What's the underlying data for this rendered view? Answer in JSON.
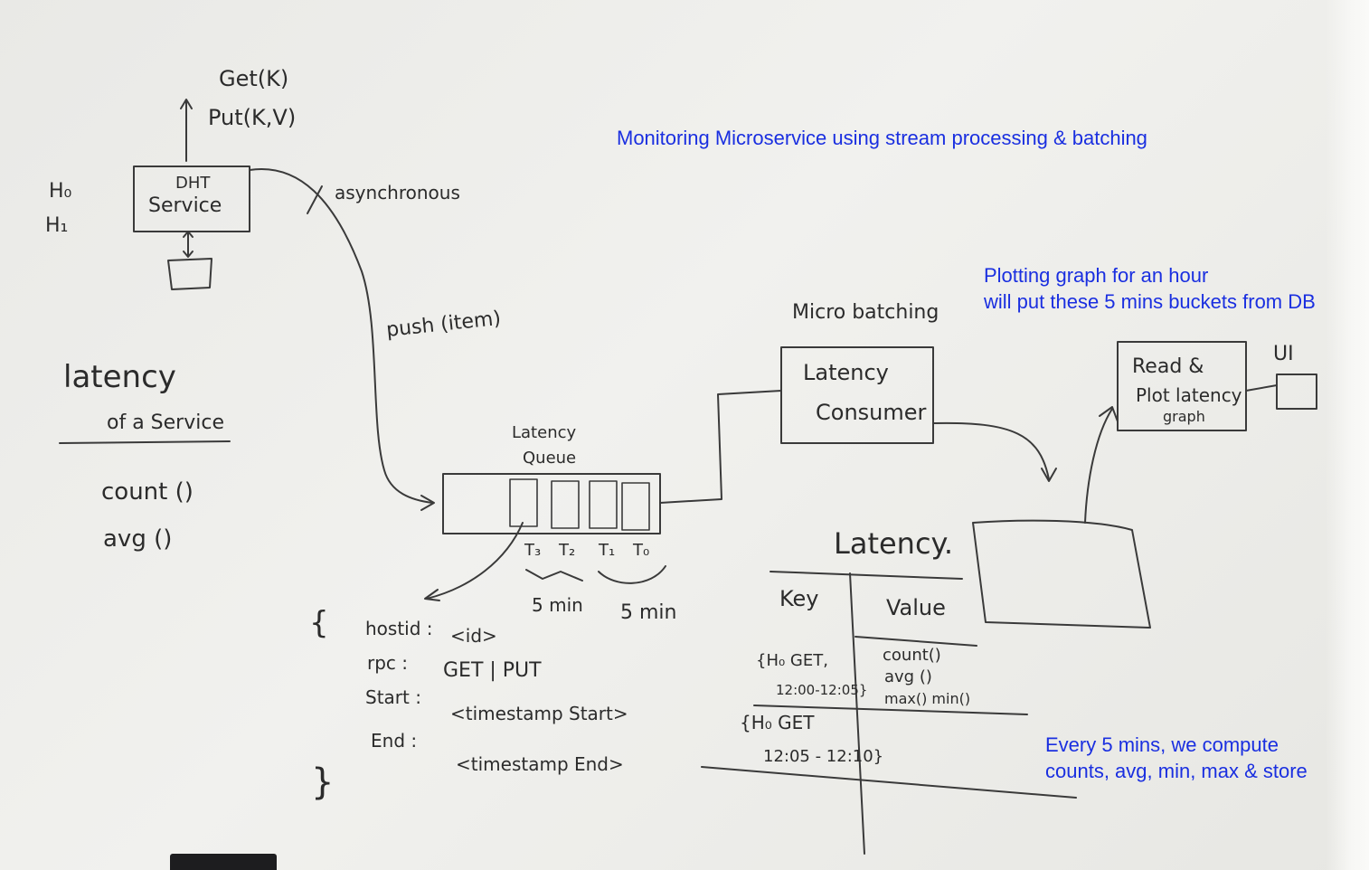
{
  "annotations": {
    "title": "Monitoring Microservice using stream processing & batching",
    "plot_note_line1": "Plotting graph for an hour",
    "plot_note_line2": "will put these 5 mins buckets from DB",
    "compute_note_line1": "Every 5 mins, we compute",
    "compute_note_line2": "counts, avg, min, max & store"
  },
  "dht": {
    "get": "Get(K)",
    "put": "Put(K,V)",
    "box_line1": "DHT",
    "box_line2": "Service",
    "host0": "H₀",
    "host1": "H₁",
    "async": "asynchronous",
    "push": "push (item)"
  },
  "latency_of_service": {
    "heading": "latency",
    "subheading": "of a Service",
    "fn1": "count ()",
    "fn2": "avg ()"
  },
  "queue": {
    "label_line1": "Latency",
    "label_line2": "Queue",
    "slots": [
      "T₃",
      "T₂",
      "T₁",
      "T₀"
    ],
    "window1": "5 min",
    "window2": "5 min"
  },
  "record": {
    "open_brace": "{",
    "close_brace": "}",
    "fields": [
      {
        "key": "hostid :",
        "value": "<id>"
      },
      {
        "key": "rpc :",
        "value": "GET | PUT"
      },
      {
        "key": "Start :",
        "value": "<timestamp Start>"
      },
      {
        "key": "End :",
        "value": "<timestamp End>"
      }
    ]
  },
  "consumer": {
    "section": "Micro batching",
    "box_line1": "Latency",
    "box_line2": "Consumer"
  },
  "table": {
    "title": "Latency.",
    "col_key": "Key",
    "col_value": "Value",
    "row1_key_line1": "{H₀ GET,",
    "row1_key_line2": "12:00-12:05}",
    "row1_val_line1": "count()",
    "row1_val_line2": "avg ()",
    "row1_val_line3": "max()   min()",
    "row2_key_line1": "{H₀ GET",
    "row2_key_line2": "12:05 - 12:10}"
  },
  "plot": {
    "box_line1": "Read &",
    "box_line2": "Plot latency",
    "box_line3": "graph",
    "ui": "UI"
  }
}
